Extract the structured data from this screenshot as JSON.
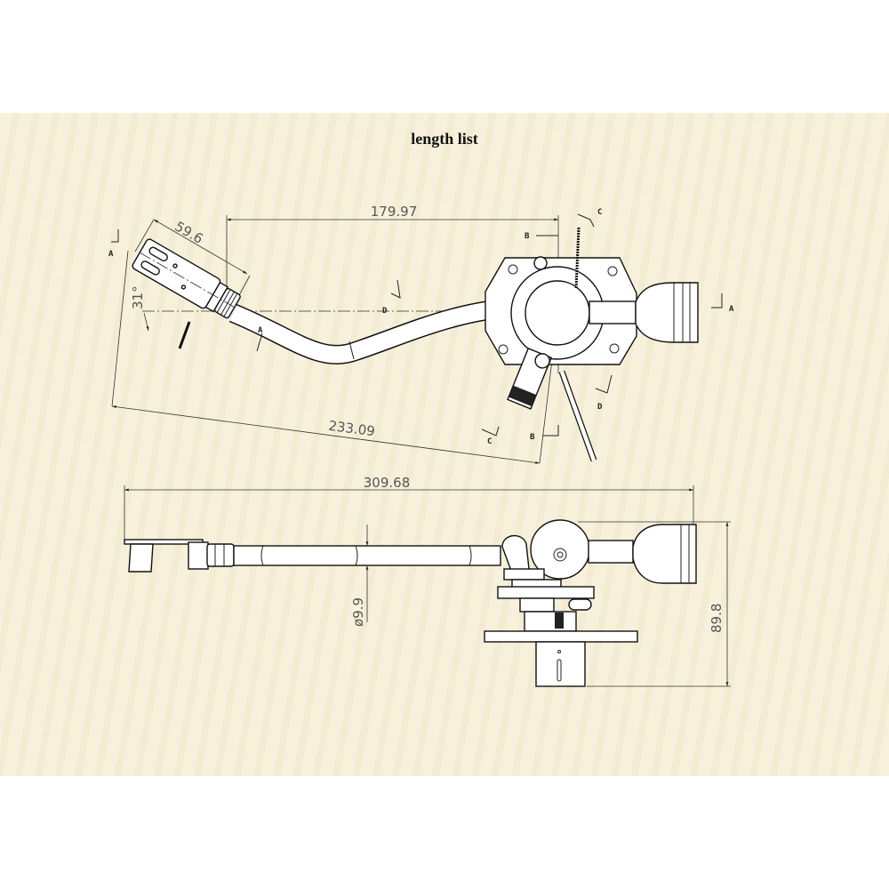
{
  "title": "length list",
  "top_view": {
    "dimensions": {
      "arm_length": "179.97",
      "headshell_length": "59.6",
      "offset_angle": "31°",
      "effective_length": "233.09"
    },
    "section_labels": {
      "a1": "A",
      "a2": "A",
      "a3": "A",
      "b1": "B",
      "b2": "B",
      "c1": "C",
      "c2": "C",
      "d1": "D",
      "d2": "D"
    }
  },
  "side_view": {
    "dimensions": {
      "total_length": "309.68",
      "tube_diameter": "ø9.9",
      "height": "89.8"
    }
  }
}
